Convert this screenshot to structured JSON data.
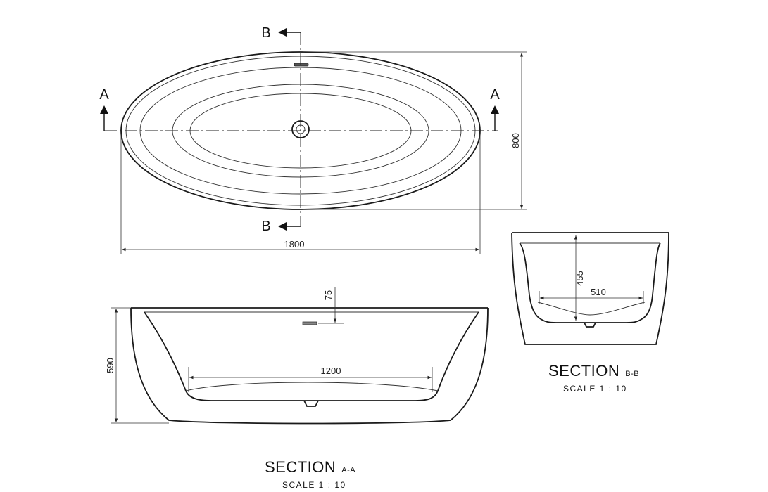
{
  "plan_view": {
    "section_marker_a_left": "A",
    "section_marker_a_right": "A",
    "section_marker_b_top": "B",
    "section_marker_b_bottom": "B",
    "dim_length": "1800",
    "dim_width": "800"
  },
  "section_aa": {
    "dim_height": "590",
    "dim_overflow": "75",
    "dim_base_length": "1200",
    "title": "SECTION",
    "title_suffix": "A-A",
    "scale": "SCALE 1 : 10"
  },
  "section_bb": {
    "dim_depth": "455",
    "dim_base_width": "510",
    "title": "SECTION",
    "title_suffix": "B-B",
    "scale": "SCALE 1 : 10"
  }
}
